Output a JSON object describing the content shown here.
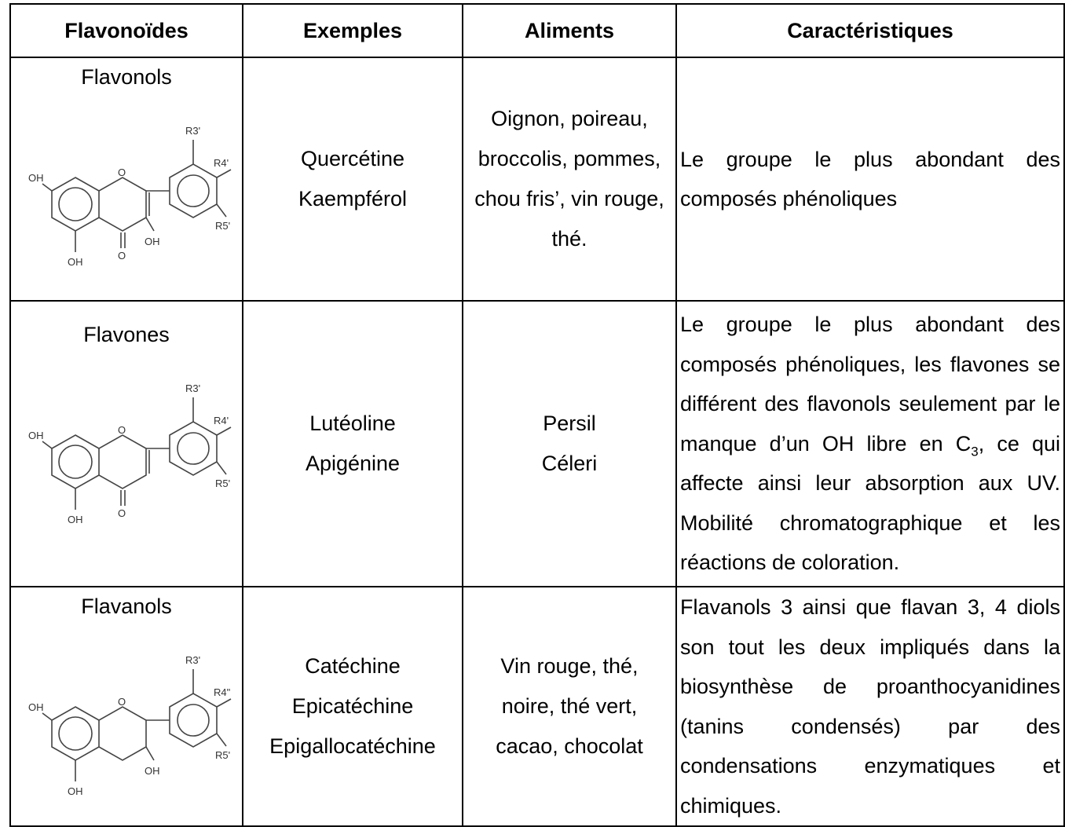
{
  "headers": [
    "Flavonoïdes",
    "Exemples",
    "Aliments",
    "Caractéristiques"
  ],
  "rows": [
    {
      "class_name": "Flavonols",
      "examples": [
        "Quercétine",
        "Kaempférol"
      ],
      "foods": [
        "Oignon, poireau,",
        "broccolis, pommes,",
        "chou fris’, vin rouge,",
        "thé."
      ],
      "characteristics": "Le groupe le plus abondant des composés phénoliques",
      "structure_labels": {
        "r3": "R3'",
        "r4": "R4'",
        "r5": "R5'",
        "oh7": "OH",
        "oh5": "OH",
        "oh3": "OH",
        "o1": "O",
        "o4": "O"
      }
    },
    {
      "class_name": "Flavones",
      "examples": [
        "Lutéoline",
        "Apigénine"
      ],
      "foods": [
        "Persil",
        "Céleri"
      ],
      "characteristics_before_sub": "Le groupe le plus abondant des composés phénoliques, les flavones se différent des flavonols seulement par le manque d’un OH libre en C",
      "characteristics_sub": "3",
      "characteristics_after_sub": ", ce qui affecte ainsi leur absorption aux UV. Mobilité chromatographique et les réactions de coloration.",
      "structure_labels": {
        "r3": "R3'",
        "r4": "R4'",
        "r5": "R5'",
        "oh7": "OH",
        "oh5": "OH",
        "o1": "O",
        "o4": "O"
      }
    },
    {
      "class_name": "Flavanols",
      "examples": [
        "Catéchine",
        "Epicatéchine",
        "Epigallocatéchine"
      ],
      "foods": [
        "Vin rouge, thé,",
        "noire, thé vert,",
        "cacao, chocolat"
      ],
      "characteristics": "Flavanols 3 ainsi que flavan 3, 4 diols son tout les deux impliqués dans la biosynthèse de proanthocyanidines (tanins condensés) par des condensations enzymatiques et chimiques.",
      "structure_labels": {
        "r3": "R3'",
        "r4": "R4\"",
        "r5": "R5'",
        "oh7": "OH",
        "oh5": "OH",
        "oh3": "OH",
        "o1": "O"
      }
    }
  ]
}
